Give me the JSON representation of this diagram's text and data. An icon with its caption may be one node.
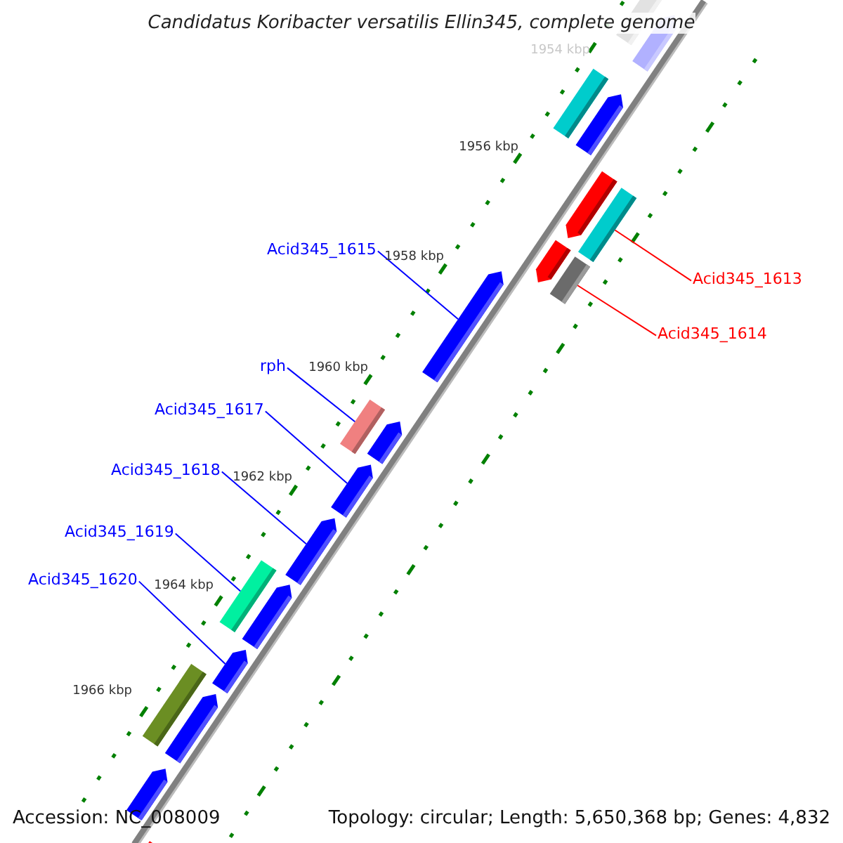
{
  "diagram": {
    "title": "Candidatus Koribacter versatilis Ellin345, complete genome",
    "nodes": [
      {
        "text": [
          "Acid345_1615"
        ]
      },
      {
        "text": [
          "Acid345_1613"
        ]
      },
      {
        "text": [
          "Acid345_1614"
        ]
      },
      {
        "text": [
          "rph"
        ]
      },
      {
        "text": [
          "Acid345_1617"
        ]
      },
      {
        "text": [
          "Acid345_1618"
        ]
      },
      {
        "text": [
          "Acid345_1619"
        ]
      },
      {
        "text": [
          "Acid345_1620"
        ]
      },
      {
        "text": [],
        "shape": "box"
      },
      {
        "text": [],
        "shape": "arrow"
      },
      {
        "text": [],
        "shape": "box"
      },
      {
        "text": [],
        "shape": "arrow"
      },
      {
        "text": [],
        "shape": "arrow"
      },
      {
        "text": [],
        "shape": "box"
      },
      {
        "text": [],
        "shape": "arrow"
      },
      {
        "text": [],
        "shape": "box"
      },
      {
        "text": [],
        "shape": "arrow"
      },
      {
        "text": [],
        "shape": "box"
      },
      {
        "text": [],
        "shape": "arrow"
      },
      {
        "text": [],
        "shape": "arrow"
      },
      {
        "text": [],
        "shape": "arrow"
      },
      {
        "text": [],
        "shape": "box"
      },
      {
        "text": [],
        "shape": "arrow"
      },
      {
        "text": [],
        "shape": "arrow"
      },
      {
        "text": [],
        "shape": "box"
      },
      {
        "text": [],
        "shape": "arrow"
      },
      {
        "text": [],
        "shape": "arrow"
      },
      {
        "text": [],
        "shape": "arrow"
      }
    ],
    "edges": [
      {
        "from": 0,
        "to": 16,
        "arrow": "none"
      },
      {
        "from": 1,
        "to": 13,
        "arrow": "none",
        "color": "#ff0000"
      },
      {
        "from": 2,
        "to": 15,
        "arrow": "none",
        "color": "#ff0000"
      },
      {
        "from": 3,
        "to": 17,
        "arrow": "none"
      },
      {
        "from": 4,
        "to": 19,
        "arrow": "none"
      },
      {
        "from": 5,
        "to": 20,
        "arrow": "none"
      },
      {
        "from": 6,
        "to": 21,
        "arrow": "none"
      },
      {
        "from": 7,
        "to": 23,
        "arrow": "none"
      }
    ],
    "labels": [
      "1954 kbp",
      "1956 kbp",
      "1958 kbp",
      "1960 kbp",
      "1962 kbp",
      "1964 kbp",
      "1966 kbp",
      "Accession: NC_008009",
      "Topology: circular; Length: 5,650,368 bp; Genes: 4,832"
    ]
  }
}
